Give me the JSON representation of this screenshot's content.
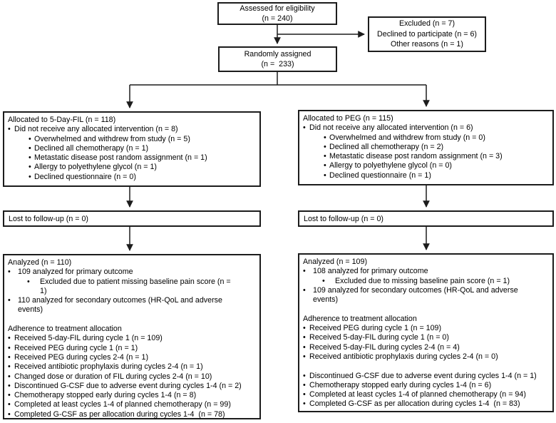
{
  "assessed": {
    "line1": "Assessed for eligibility",
    "line2": "(n = 240)"
  },
  "excluded": {
    "line1": "Excluded (n = 7)",
    "line2": "Declined to participate (n = 6)",
    "line3": "Other reasons (n = 1)"
  },
  "randomized": {
    "line1": "Randomly assigned",
    "line2": "(n =  233)"
  },
  "allocated_left": {
    "title": "Allocated to 5-Day-FIL (n = 118)",
    "main": "Did not receive any allocated intervention (n = 8)",
    "sub": [
      "Overwhelmed and withdrew from study (n = 5)",
      "Declined all chemotherapy (n = 1)",
      "Metastatic disease post random assignment (n = 1)",
      "Allergy to polyethylene glycol (n = 1)",
      "Declined questionnaire (n = 0)"
    ]
  },
  "allocated_right": {
    "title": "Allocated to PEG (n = 115)",
    "main": "Did not receive any allocated intervention (n = 6)",
    "sub": [
      "Overwhelmed and withdrew from study (n = 0)",
      "Declined all chemotherapy (n = 2)",
      "Metastatic disease post random assignment (n = 3)",
      "Allergy to polyethylene glycol (n = 0)",
      "Declined questionnaire (n = 1)"
    ]
  },
  "lost_left": {
    "text": "Lost to follow-up (n = 0)"
  },
  "lost_right": {
    "text": "Lost to follow-up (n = 0)"
  },
  "analyzed_left": {
    "title": "Analyzed (n = 110)",
    "primary": "109 analyzed for primary outcome",
    "primary_sub_line1": "Excluded due to patient missing baseline pain score (n =",
    "primary_sub_line2": "1)",
    "secondary_line1": "110 analyzed for secondary outcomes (HR-QoL and adverse",
    "secondary_line2": "events)",
    "adherence_title": "Adherence to treatment allocation",
    "adherence": [
      "Received 5-day-FIL during cycle 1 (n = 109)",
      "Received PEG during cycle 1 (n = 1)",
      "Received PEG during cycles 2-4 (n = 1)",
      "Received antibiotic prophylaxis during cycles 2-4 (n = 1)",
      "Changed dose or duration of FIL during cycles 2-4 (n = 10)",
      "Discontinued G-CSF due to adverse event during cycles 1-4 (n = 2)",
      "Chemotherapy stopped early during cycles 1-4 (n = 8)",
      "Completed at least cycles 1-4 of planned chemotherapy (n = 99)",
      "Completed G-CSF as per allocation during cycles 1-4  (n = 78)"
    ]
  },
  "analyzed_right": {
    "title": "Analyzed (n = 109)",
    "primary": "108 analyzed for primary outcome",
    "primary_sub": "Excluded due to missing baseline pain score (n = 1)",
    "secondary_line1": "109 analyzed for secondary outcomes (HR-QoL and adverse",
    "secondary_line2": "events)",
    "adherence_title": "Adherence to treatment allocation",
    "adherence_a": [
      "Received PEG during cycle 1 (n = 109)",
      "Received 5-day-FIL during cycle 1 (n = 0)",
      "Received 5-day-FIL during cycles 2-4 (n = 4)",
      "Received antibiotic prophylaxis during cycles 2-4 (n = 0)"
    ],
    "adherence_b": [
      "Discontinued G-CSF due to adverse event during cycles 1-4 (n = 1)",
      "Chemotherapy stopped early during cycles 1-4 (n = 6)",
      "Completed at least cycles 1-4 of planned chemotherapy (n = 94)",
      "Completed G-CSF as per allocation during cycles 1-4  (n = 83)"
    ]
  },
  "colors": {
    "line": "#1c1c1c",
    "background": "#ffffff",
    "text": "#000000"
  }
}
